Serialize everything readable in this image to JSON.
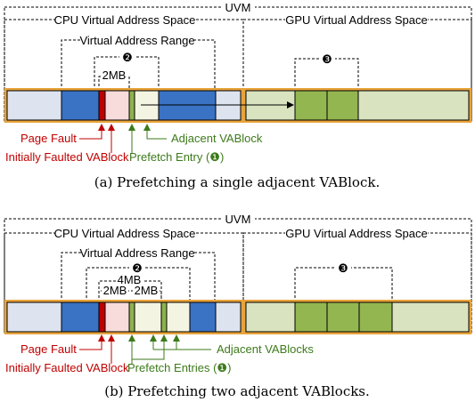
{
  "figure_a": {
    "uvm": "UVM",
    "cpu_space": "CPU Virtual Address Space",
    "gpu_space": "GPU Virtual Address Space",
    "va_range": "Virtual Address Range",
    "size_2mb": "2MB",
    "marker_2": "❷",
    "marker_3": "❸",
    "page_fault": "Page Fault",
    "initially_faulted": "Initially Faulted VABlock",
    "adjacent": "Adjacent VABlock",
    "prefetch": "Prefetch Entry (❶)",
    "caption": "(a) Prefetching a single adjacent VABlock."
  },
  "figure_b": {
    "uvm": "UVM",
    "cpu_space": "CPU Virtual Address Space",
    "gpu_space": "GPU Virtual Address Space",
    "va_range": "Virtual Address Range",
    "size_4mb": "4MB",
    "size_2mb_left": "2MB",
    "size_2mb_right": "2MB",
    "marker_2": "❷",
    "marker_3": "❸",
    "page_fault": "Page Fault",
    "initially_faulted": "Initially Faulted VABlock",
    "adjacent": "Adjacent VABlocks",
    "prefetch": "Prefetch Entries (❶)",
    "caption": "(b) Prefetching two adjacent VABlocks."
  },
  "colors": {
    "orange_border": "#e8a33a",
    "cpu_light": "#dde3ef",
    "cpu_blue": "#3a72c4",
    "fault_red": "#c00000",
    "faulted_pink": "#f8dbdb",
    "prefetch_green": "#8db34c",
    "adjacent_cream": "#f4f4e2",
    "gpu_light": "#d9e3bf",
    "gpu_green": "#93b650"
  }
}
